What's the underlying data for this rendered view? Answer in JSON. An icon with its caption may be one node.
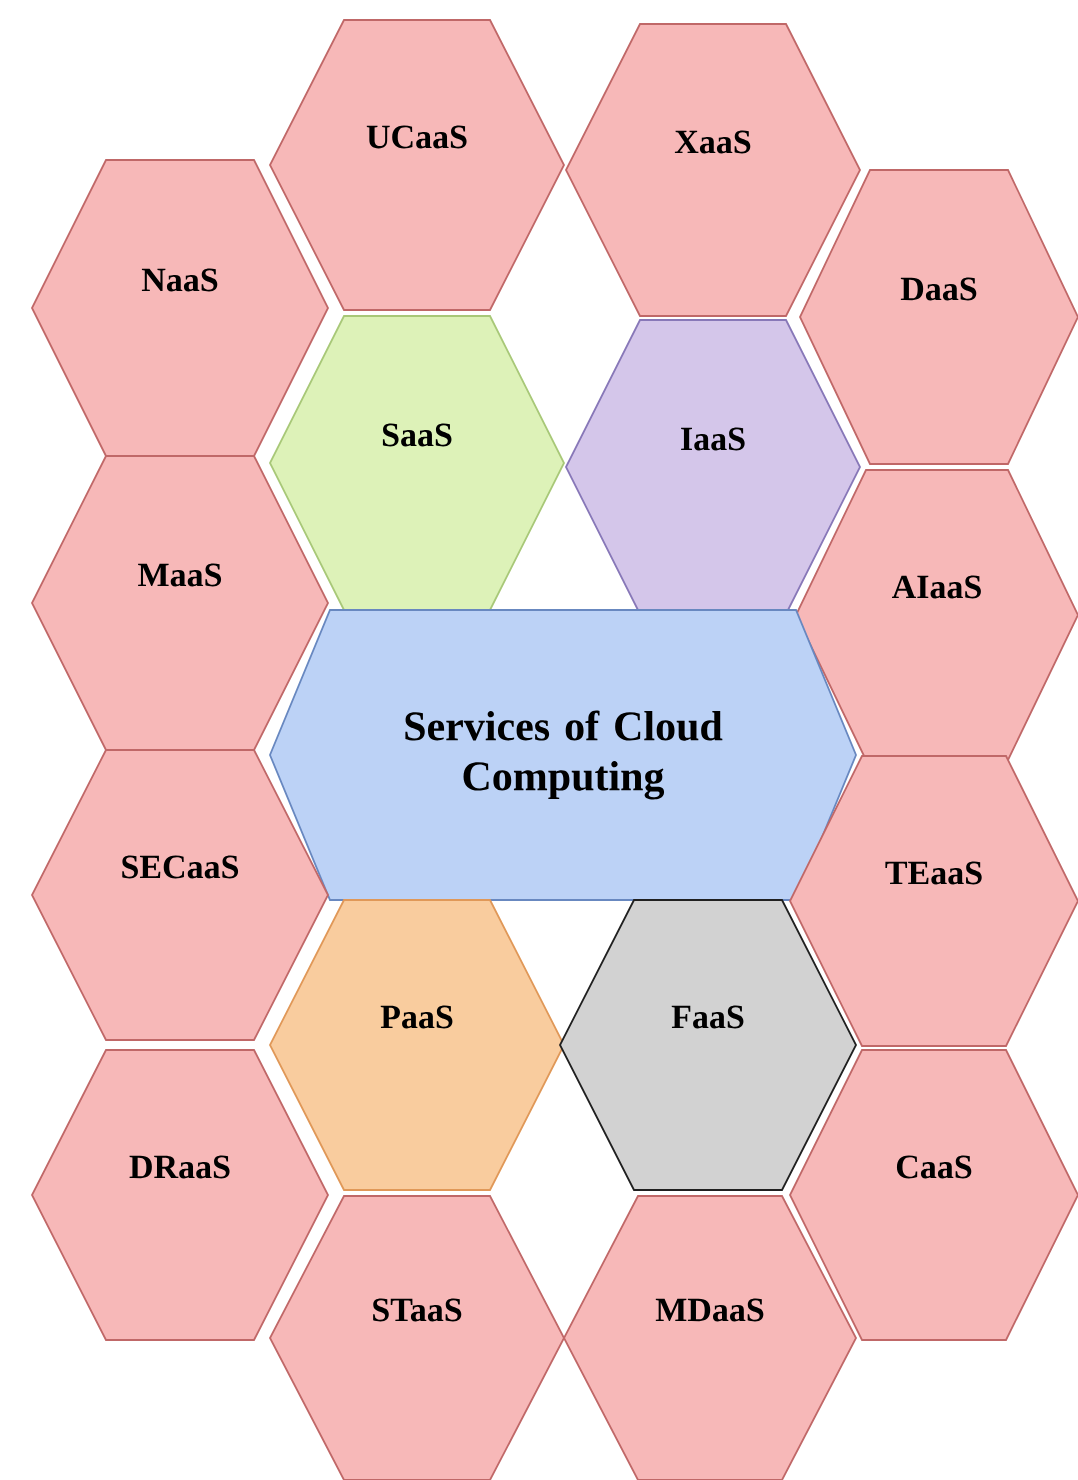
{
  "diagram": {
    "nodes": [
      {
        "text": [
          "UCaaS"
        ]
      },
      {
        "text": [
          "XaaS"
        ]
      },
      {
        "text": [
          "NaaS"
        ]
      },
      {
        "text": [
          "DaaS"
        ]
      },
      {
        "text": [
          "SaaS"
        ]
      },
      {
        "text": [
          "IaaS"
        ]
      },
      {
        "text": [
          "MaaS"
        ]
      },
      {
        "text": [
          "AIaaS"
        ]
      },
      {
        "text": [
          "Services of Cloud Computing"
        ]
      },
      {
        "text": [
          "SECaaS"
        ]
      },
      {
        "text": [
          "TEaaS"
        ]
      },
      {
        "text": [
          "PaaS"
        ]
      },
      {
        "text": [
          "FaaS"
        ]
      },
      {
        "text": [
          "DRaaS"
        ]
      },
      {
        "text": [
          "CaaS"
        ]
      },
      {
        "text": [
          "STaaS"
        ]
      },
      {
        "text": [
          "MDaaS"
        ]
      }
    ]
  }
}
